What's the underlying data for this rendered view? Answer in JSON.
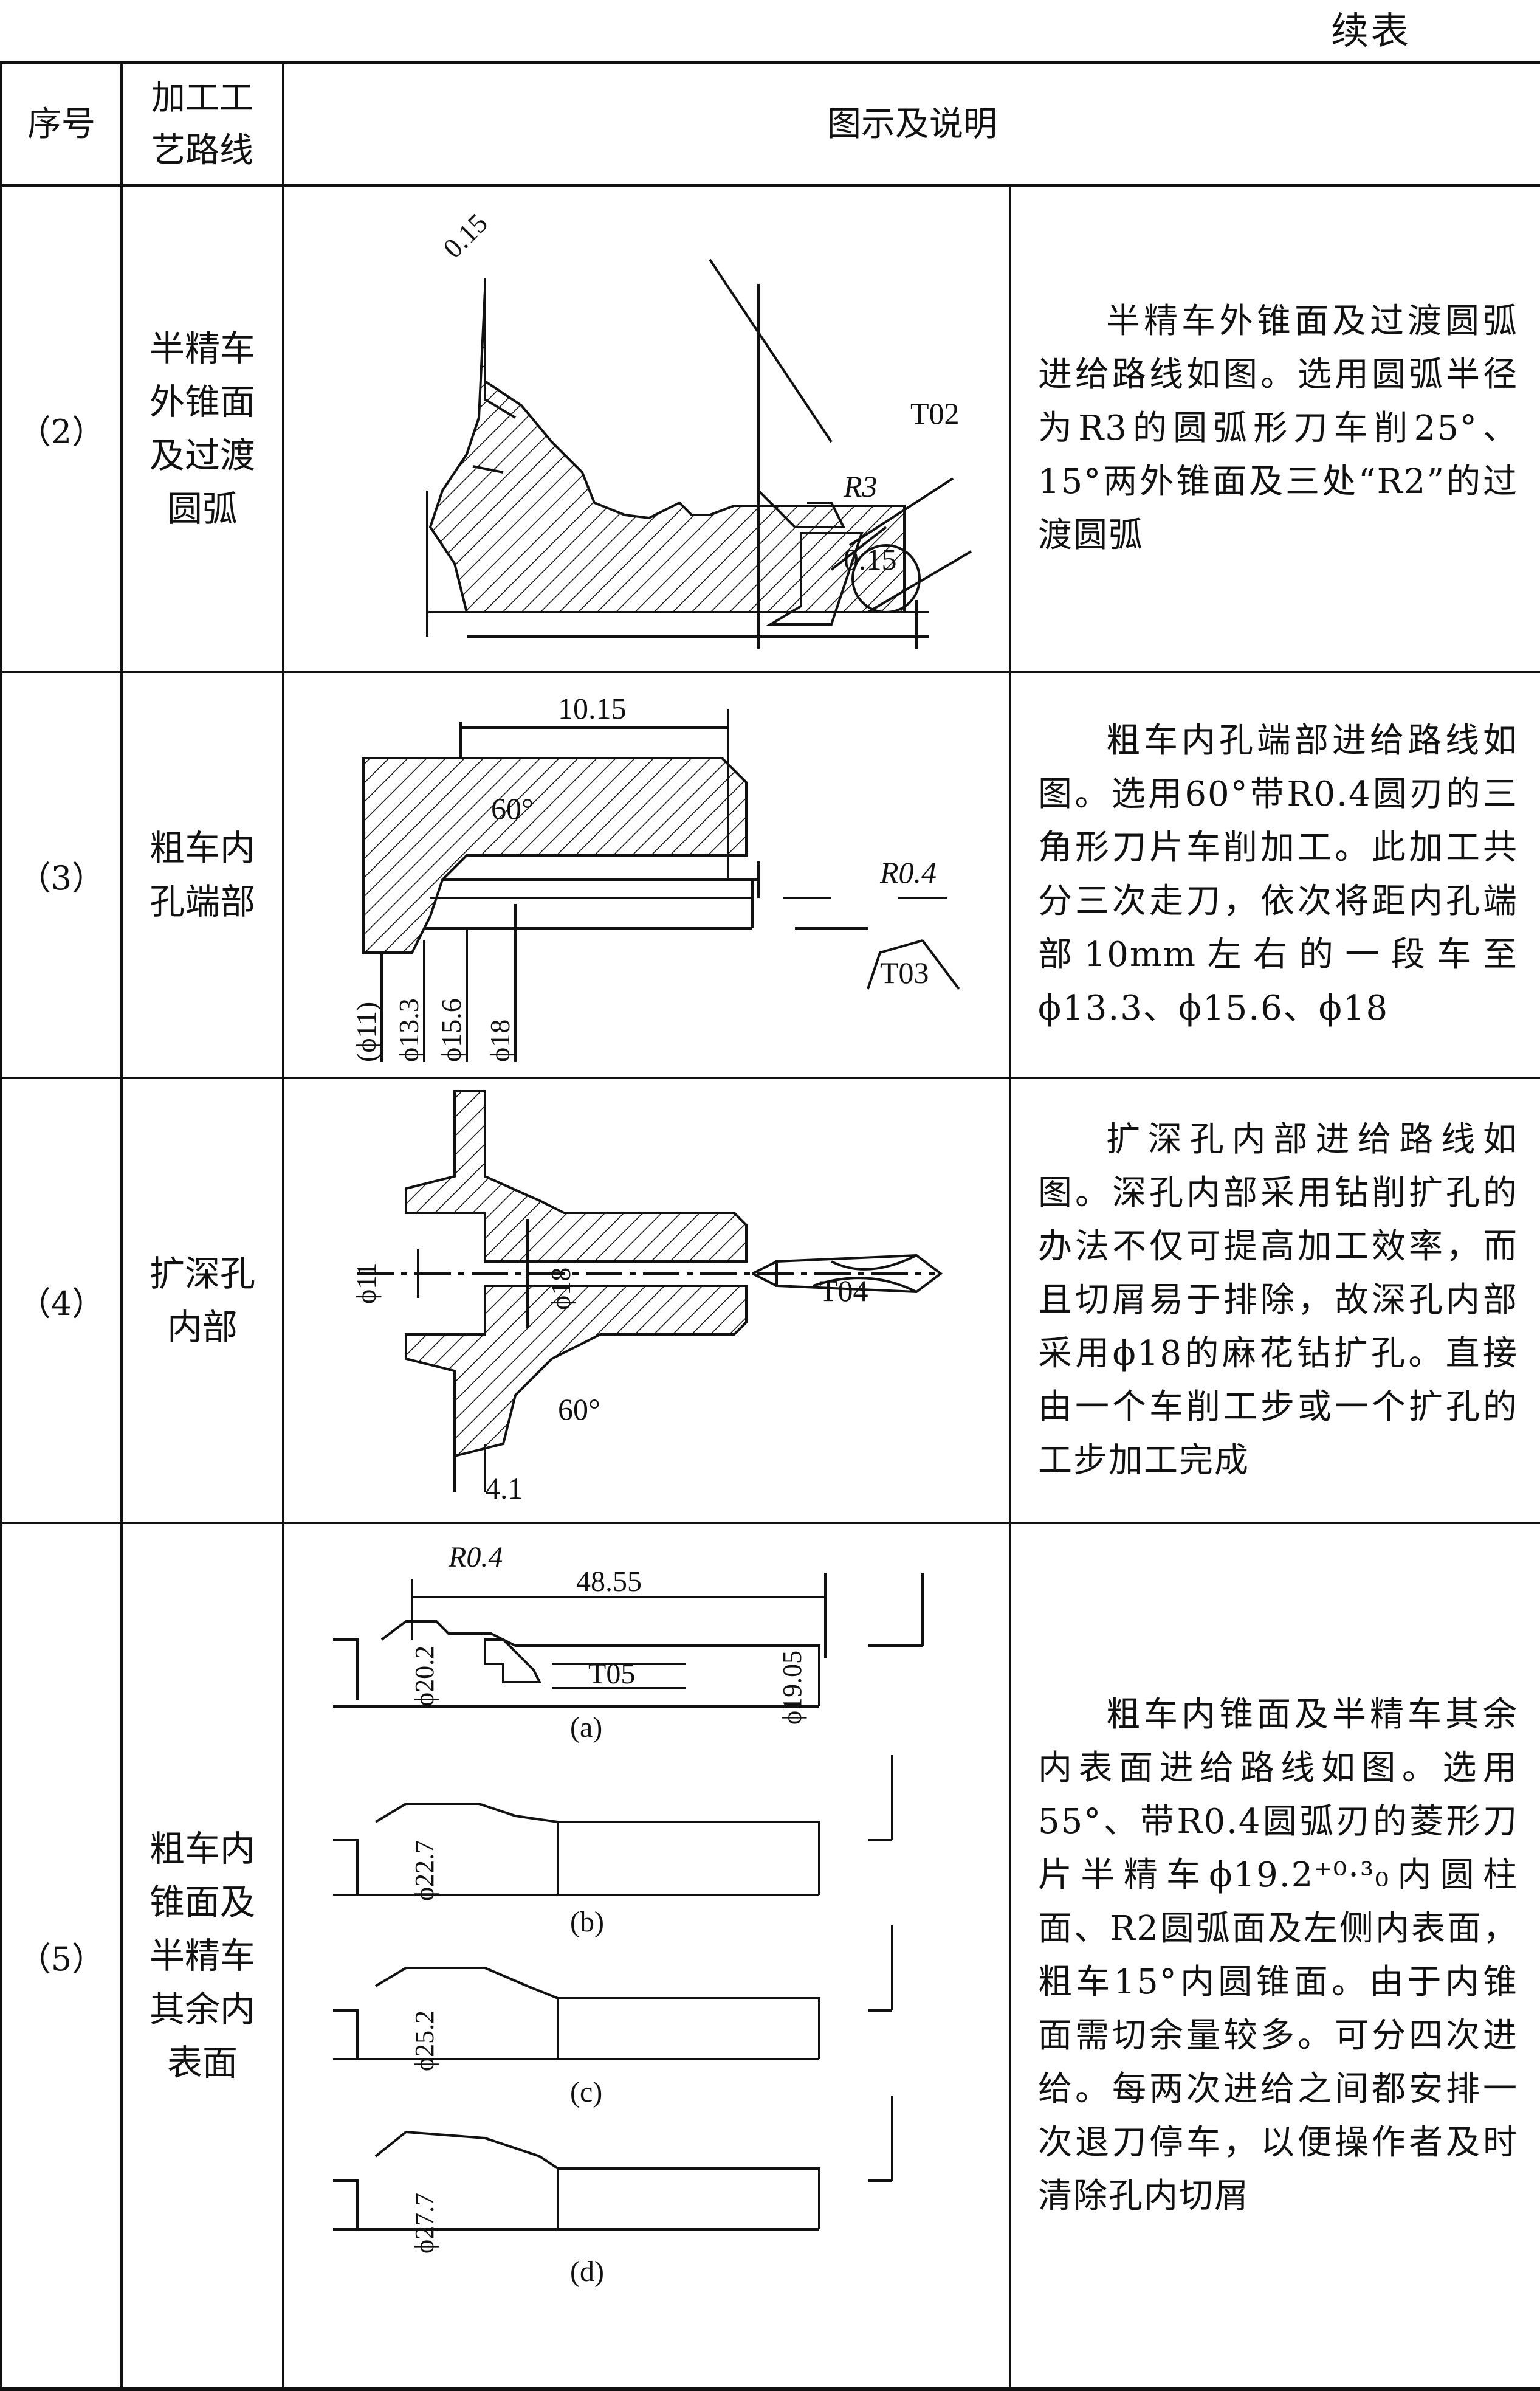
{
  "continued_label": "续表",
  "header": {
    "col_index": "序号",
    "col_route": "加工工艺路线",
    "col_figure": "图示及说明"
  },
  "rows": [
    {
      "index": "（2）",
      "route": "半精车外锥面及过渡圆弧",
      "description": "半精车外锥面及过渡圆弧进给路线如图。选用圆弧半径为R3的圆弧形刀车削25°、15°两外锥面及三处“R2”的过渡圆弧",
      "figure": {
        "labels": {
          "a": "0.15",
          "b": "T02",
          "c": "R3",
          "d": "0.15"
        }
      }
    },
    {
      "index": "（3）",
      "route": "粗车内孔端部",
      "description": "粗车内孔端部进给路线如图。选用60°带R0.4圆刃的三角形刀片车削加工。此加工共分三次走刀，依次将距内孔端部10mm左右的一段车至ϕ13.3、ϕ15.6、ϕ18",
      "figure": {
        "labels": {
          "len": "10.15",
          "ang": "60°",
          "r": "R0.4",
          "tool": "T03",
          "d1": "(ϕ11)",
          "d2": "ϕ13.3",
          "d3": "ϕ15.6",
          "d4": "ϕ18"
        }
      }
    },
    {
      "index": "（4）",
      "route": "扩深孔内部",
      "description": "扩深孔内部进给路线如图。深孔内部采用钻削扩孔的办法不仅可提高加工效率，而且切屑易于排除，故深孔内部采用ϕ18的麻花钻扩孔。直接由一个车削工步或一个扩孔的工步加工完成",
      "figure": {
        "labels": {
          "d1": "ϕ11",
          "d2": "ϕ18",
          "tool": "T04",
          "ang": "60°",
          "len": "4.1"
        }
      }
    },
    {
      "index": "（5）",
      "route": "粗车内锥面及半精车其余内表面",
      "description": "粗车内锥面及半精车其余内表面进给路线如图。选用55°、带R0.4圆弧刃的菱形刀片半精车ϕ19.2⁺⁰·³₀内圆柱面、R2圆弧面及左侧内表面，粗车15°内圆锥面。由于内锥面需切余量较多。可分四次进给。每两次进给之间都安排一次退刀停车，以便操作者及时清除孔内切屑",
      "figure": {
        "labels": {
          "r": "R0.4",
          "len": "48.55",
          "tool": "T05",
          "da": "ϕ20.2",
          "db": "ϕ19.05",
          "a": "(a)",
          "dbb": "ϕ22.7",
          "b": "(b)",
          "dc": "ϕ25.2",
          "c": "(c)",
          "dd": "ϕ27.7",
          "d": "(d)"
        }
      }
    }
  ]
}
